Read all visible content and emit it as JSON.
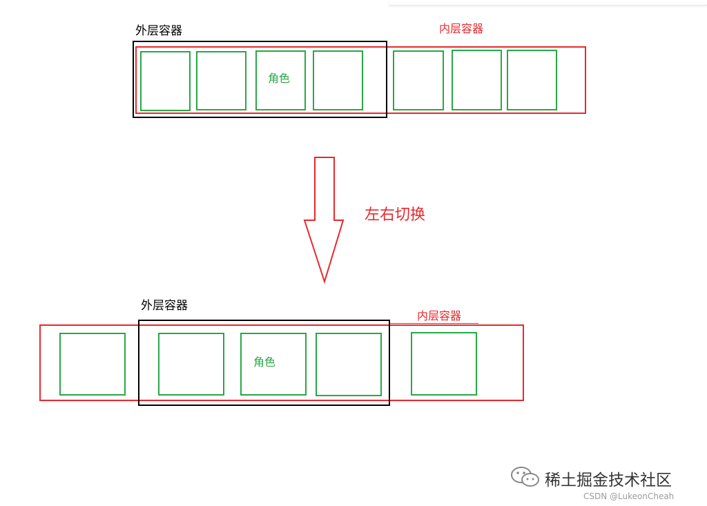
{
  "diagram": {
    "top": {
      "outer_label": "外层容器",
      "inner_label": "内层容器",
      "role_label": "角色"
    },
    "transition_label": "左右切换",
    "bottom": {
      "outer_label": "外层容器",
      "inner_label": "内层容器",
      "role_label": "角色"
    }
  },
  "watermark": {
    "brand": "稀土掘金技术社区",
    "source": "CSDN @Lukeon​Cheah"
  },
  "colors": {
    "outer_border": "#000000",
    "inner_border": "#e8272c",
    "role_border": "#27a844"
  },
  "icons": {
    "arrow": "down-arrow-icon",
    "watermark": "wechat-icon"
  }
}
